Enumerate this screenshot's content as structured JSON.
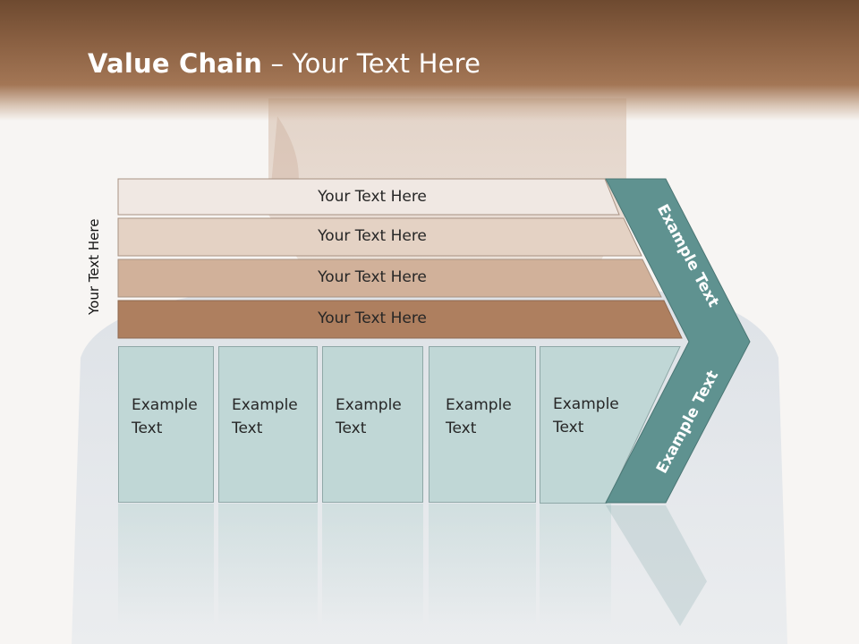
{
  "slide": {
    "title_bold": "Value Chain",
    "title_rest": " – Your Text Here"
  },
  "vertical_label": "Your Text Here",
  "rows": [
    {
      "label": "Your Text Here",
      "color": "#f0e8e3"
    },
    {
      "label": "Your Text Here",
      "color": "#e4d2c4"
    },
    {
      "label": "Your Text Here",
      "color": "#d1b19a"
    },
    {
      "label": "Your Text Here",
      "color": "#ae7f5f"
    }
  ],
  "columns": [
    {
      "line1": "Example",
      "line2": "Text"
    },
    {
      "line1": "Example",
      "line2": "Text"
    },
    {
      "line1": "Example",
      "line2": "Text"
    },
    {
      "line1": "Example",
      "line2": "Text"
    },
    {
      "line1": "Example",
      "line2": "Text"
    }
  ],
  "chevron": {
    "top_label": "Example Text",
    "bottom_label": "Example Text",
    "color": "#5f9290"
  },
  "colors": {
    "box_fill": "#c0d7d6",
    "header": "#8a6042"
  }
}
